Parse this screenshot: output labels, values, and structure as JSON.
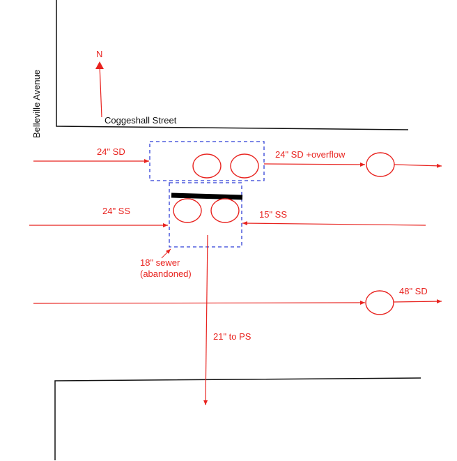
{
  "colors": {
    "pipe": "#e8231f",
    "street_edge": "#111111",
    "box_outline": "#2f3fd6",
    "weir": "#000000",
    "background": "#ffffff"
  },
  "streets": {
    "vertical": "Belleville Avenue",
    "horizontal": "Coggeshall Street"
  },
  "north_arrow": {
    "label": "N"
  },
  "pipes": {
    "sd_in_label": "24\" SD",
    "sd_out_label": "24\" SD +overflow",
    "ss_west_label": "24\" SS",
    "ss_east_label": "15\" SS",
    "abandoned_label_line1": "18\" sewer",
    "abandoned_label_line2": "(abandoned)",
    "sd_large_label": "48\" SD",
    "ps_label": "21\" to PS"
  }
}
